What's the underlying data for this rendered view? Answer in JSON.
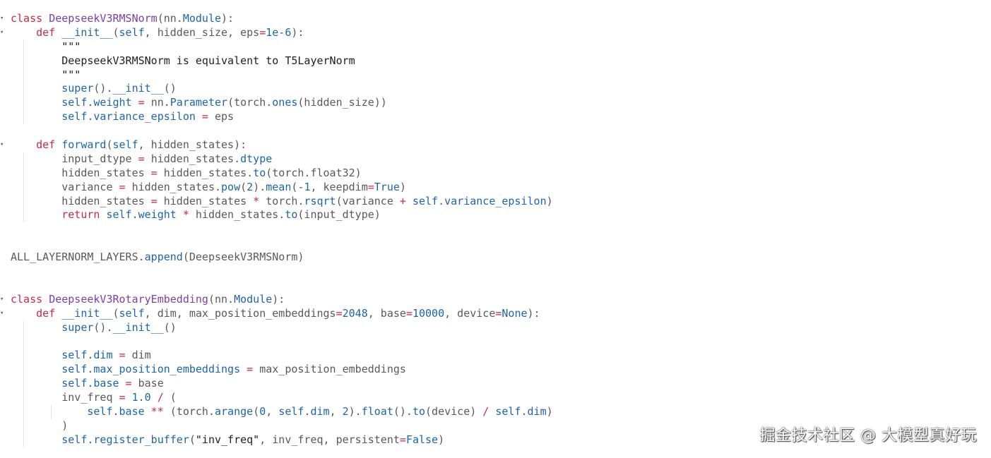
{
  "editor": {
    "fold_arrow_glyph": "▾",
    "lines": [
      {
        "indent": 0,
        "fold": true,
        "tokens": [
          {
            "t": "kw",
            "v": "class "
          },
          {
            "t": "name",
            "v": "DeepseekV3RMSNorm"
          },
          {
            "t": "plain",
            "v": "(nn."
          },
          {
            "t": "attr",
            "v": "Module"
          },
          {
            "t": "plain",
            "v": "):"
          }
        ]
      },
      {
        "indent": 1,
        "fold": true,
        "tokens": [
          {
            "t": "kw",
            "v": "def "
          },
          {
            "t": "fn",
            "v": "__init__"
          },
          {
            "t": "plain",
            "v": "("
          },
          {
            "t": "self",
            "v": "self"
          },
          {
            "t": "plain",
            "v": ", hidden_size, eps"
          },
          {
            "t": "op",
            "v": "="
          },
          {
            "t": "num",
            "v": "1e-6"
          },
          {
            "t": "plain",
            "v": "):"
          }
        ]
      },
      {
        "indent": 2,
        "fold": false,
        "tokens": [
          {
            "t": "doc",
            "v": "\"\"\""
          }
        ]
      },
      {
        "indent": 2,
        "fold": false,
        "tokens": [
          {
            "t": "doc",
            "v": "DeepseekV3RMSNorm is equivalent to T5LayerNorm"
          }
        ]
      },
      {
        "indent": 2,
        "fold": false,
        "tokens": [
          {
            "t": "doc",
            "v": "\"\"\""
          }
        ]
      },
      {
        "indent": 2,
        "fold": false,
        "tokens": [
          {
            "t": "fn",
            "v": "super"
          },
          {
            "t": "plain",
            "v": "()."
          },
          {
            "t": "fn",
            "v": "__init__"
          },
          {
            "t": "plain",
            "v": "()"
          }
        ]
      },
      {
        "indent": 2,
        "fold": false,
        "tokens": [
          {
            "t": "self",
            "v": "self"
          },
          {
            "t": "plain",
            "v": "."
          },
          {
            "t": "attr",
            "v": "weight"
          },
          {
            "t": "op",
            "v": " = "
          },
          {
            "t": "plain",
            "v": "nn."
          },
          {
            "t": "fn",
            "v": "Parameter"
          },
          {
            "t": "plain",
            "v": "(torch."
          },
          {
            "t": "fn",
            "v": "ones"
          },
          {
            "t": "plain",
            "v": "(hidden_size))"
          }
        ]
      },
      {
        "indent": 2,
        "fold": false,
        "tokens": [
          {
            "t": "self",
            "v": "self"
          },
          {
            "t": "plain",
            "v": "."
          },
          {
            "t": "attr",
            "v": "variance_epsilon"
          },
          {
            "t": "op",
            "v": " = "
          },
          {
            "t": "plain",
            "v": "eps"
          }
        ]
      },
      {
        "indent": 1,
        "fold": false,
        "guides_only": true,
        "tokens": []
      },
      {
        "indent": 1,
        "fold": true,
        "tokens": [
          {
            "t": "kw",
            "v": "def "
          },
          {
            "t": "fn",
            "v": "forward"
          },
          {
            "t": "plain",
            "v": "("
          },
          {
            "t": "self",
            "v": "self"
          },
          {
            "t": "plain",
            "v": ", hidden_states):"
          }
        ]
      },
      {
        "indent": 2,
        "fold": false,
        "tokens": [
          {
            "t": "plain",
            "v": "input_dtype"
          },
          {
            "t": "op",
            "v": " = "
          },
          {
            "t": "plain",
            "v": "hidden_states."
          },
          {
            "t": "attr",
            "v": "dtype"
          }
        ]
      },
      {
        "indent": 2,
        "fold": false,
        "tokens": [
          {
            "t": "plain",
            "v": "hidden_states"
          },
          {
            "t": "op",
            "v": " = "
          },
          {
            "t": "plain",
            "v": "hidden_states."
          },
          {
            "t": "fn",
            "v": "to"
          },
          {
            "t": "plain",
            "v": "(torch.float32)"
          }
        ]
      },
      {
        "indent": 2,
        "fold": false,
        "tokens": [
          {
            "t": "plain",
            "v": "variance"
          },
          {
            "t": "op",
            "v": " = "
          },
          {
            "t": "plain",
            "v": "hidden_states."
          },
          {
            "t": "fn",
            "v": "pow"
          },
          {
            "t": "plain",
            "v": "("
          },
          {
            "t": "num",
            "v": "2"
          },
          {
            "t": "plain",
            "v": ")."
          },
          {
            "t": "fn",
            "v": "mean"
          },
          {
            "t": "plain",
            "v": "(-"
          },
          {
            "t": "num",
            "v": "1"
          },
          {
            "t": "plain",
            "v": ", keepdim"
          },
          {
            "t": "op",
            "v": "="
          },
          {
            "t": "const",
            "v": "True"
          },
          {
            "t": "plain",
            "v": ")"
          }
        ]
      },
      {
        "indent": 2,
        "fold": false,
        "tokens": [
          {
            "t": "plain",
            "v": "hidden_states"
          },
          {
            "t": "op",
            "v": " = "
          },
          {
            "t": "plain",
            "v": "hidden_states"
          },
          {
            "t": "op",
            "v": " * "
          },
          {
            "t": "plain",
            "v": "torch."
          },
          {
            "t": "fn",
            "v": "rsqrt"
          },
          {
            "t": "plain",
            "v": "(variance"
          },
          {
            "t": "op",
            "v": " + "
          },
          {
            "t": "self",
            "v": "self"
          },
          {
            "t": "plain",
            "v": "."
          },
          {
            "t": "attr",
            "v": "variance_epsilon"
          },
          {
            "t": "plain",
            "v": ")"
          }
        ]
      },
      {
        "indent": 2,
        "fold": false,
        "tokens": [
          {
            "t": "kw",
            "v": "return "
          },
          {
            "t": "self",
            "v": "self"
          },
          {
            "t": "plain",
            "v": "."
          },
          {
            "t": "attr",
            "v": "weight"
          },
          {
            "t": "op",
            "v": " * "
          },
          {
            "t": "plain",
            "v": "hidden_states."
          },
          {
            "t": "fn",
            "v": "to"
          },
          {
            "t": "plain",
            "v": "(input_dtype)"
          }
        ]
      },
      {
        "indent": 0,
        "fold": false,
        "tokens": []
      },
      {
        "indent": 0,
        "fold": false,
        "tokens": []
      },
      {
        "indent": 0,
        "fold": false,
        "tokens": [
          {
            "t": "plain",
            "v": "ALL_LAYERNORM_LAYERS."
          },
          {
            "t": "fn",
            "v": "append"
          },
          {
            "t": "plain",
            "v": "(DeepseekV3RMSNorm)"
          }
        ]
      },
      {
        "indent": 0,
        "fold": false,
        "tokens": []
      },
      {
        "indent": 0,
        "fold": false,
        "tokens": []
      },
      {
        "indent": 0,
        "fold": true,
        "tokens": [
          {
            "t": "kw",
            "v": "class "
          },
          {
            "t": "name",
            "v": "DeepseekV3RotaryEmbedding"
          },
          {
            "t": "plain",
            "v": "(nn."
          },
          {
            "t": "attr",
            "v": "Module"
          },
          {
            "t": "plain",
            "v": "):"
          }
        ]
      },
      {
        "indent": 1,
        "fold": true,
        "tokens": [
          {
            "t": "kw",
            "v": "def "
          },
          {
            "t": "fn",
            "v": "__init__"
          },
          {
            "t": "plain",
            "v": "("
          },
          {
            "t": "self",
            "v": "self"
          },
          {
            "t": "plain",
            "v": ", dim, max_position_embeddings"
          },
          {
            "t": "op",
            "v": "="
          },
          {
            "t": "num",
            "v": "2048"
          },
          {
            "t": "plain",
            "v": ", base"
          },
          {
            "t": "op",
            "v": "="
          },
          {
            "t": "num",
            "v": "10000"
          },
          {
            "t": "plain",
            "v": ", device"
          },
          {
            "t": "op",
            "v": "="
          },
          {
            "t": "const",
            "v": "None"
          },
          {
            "t": "plain",
            "v": "):"
          }
        ]
      },
      {
        "indent": 2,
        "fold": false,
        "tokens": [
          {
            "t": "fn",
            "v": "super"
          },
          {
            "t": "plain",
            "v": "()."
          },
          {
            "t": "fn",
            "v": "__init__"
          },
          {
            "t": "plain",
            "v": "()"
          }
        ]
      },
      {
        "indent": 2,
        "fold": false,
        "guides_only": true,
        "tokens": []
      },
      {
        "indent": 2,
        "fold": false,
        "tokens": [
          {
            "t": "self",
            "v": "self"
          },
          {
            "t": "plain",
            "v": "."
          },
          {
            "t": "attr",
            "v": "dim"
          },
          {
            "t": "op",
            "v": " = "
          },
          {
            "t": "plain",
            "v": "dim"
          }
        ]
      },
      {
        "indent": 2,
        "fold": false,
        "tokens": [
          {
            "t": "self",
            "v": "self"
          },
          {
            "t": "plain",
            "v": "."
          },
          {
            "t": "attr",
            "v": "max_position_embeddings"
          },
          {
            "t": "op",
            "v": " = "
          },
          {
            "t": "plain",
            "v": "max_position_embeddings"
          }
        ]
      },
      {
        "indent": 2,
        "fold": false,
        "tokens": [
          {
            "t": "self",
            "v": "self"
          },
          {
            "t": "plain",
            "v": "."
          },
          {
            "t": "attr",
            "v": "base"
          },
          {
            "t": "op",
            "v": " = "
          },
          {
            "t": "plain",
            "v": "base"
          }
        ]
      },
      {
        "indent": 2,
        "fold": false,
        "tokens": [
          {
            "t": "plain",
            "v": "inv_freq"
          },
          {
            "t": "op",
            "v": " = "
          },
          {
            "t": "num",
            "v": "1.0"
          },
          {
            "t": "op",
            "v": " / "
          },
          {
            "t": "plain",
            "v": "("
          }
        ]
      },
      {
        "indent": 3,
        "fold": false,
        "tokens": [
          {
            "t": "self",
            "v": "self"
          },
          {
            "t": "plain",
            "v": "."
          },
          {
            "t": "attr",
            "v": "base"
          },
          {
            "t": "op",
            "v": " ** "
          },
          {
            "t": "plain",
            "v": "(torch."
          },
          {
            "t": "fn",
            "v": "arange"
          },
          {
            "t": "plain",
            "v": "("
          },
          {
            "t": "num",
            "v": "0"
          },
          {
            "t": "plain",
            "v": ", "
          },
          {
            "t": "self",
            "v": "self"
          },
          {
            "t": "plain",
            "v": "."
          },
          {
            "t": "attr",
            "v": "dim"
          },
          {
            "t": "plain",
            "v": ", "
          },
          {
            "t": "num",
            "v": "2"
          },
          {
            "t": "plain",
            "v": ")."
          },
          {
            "t": "fn",
            "v": "float"
          },
          {
            "t": "plain",
            "v": "()."
          },
          {
            "t": "fn",
            "v": "to"
          },
          {
            "t": "plain",
            "v": "(device)"
          },
          {
            "t": "op",
            "v": " / "
          },
          {
            "t": "self",
            "v": "self"
          },
          {
            "t": "plain",
            "v": "."
          },
          {
            "t": "attr",
            "v": "dim"
          },
          {
            "t": "plain",
            "v": ")"
          }
        ]
      },
      {
        "indent": 2,
        "fold": false,
        "tokens": [
          {
            "t": "plain",
            "v": ")"
          }
        ]
      },
      {
        "indent": 2,
        "fold": false,
        "tokens": [
          {
            "t": "self",
            "v": "self"
          },
          {
            "t": "plain",
            "v": "."
          },
          {
            "t": "fn",
            "v": "register_buffer"
          },
          {
            "t": "plain",
            "v": "("
          },
          {
            "t": "str",
            "v": "\"inv_freq\""
          },
          {
            "t": "plain",
            "v": ", inv_freq, persistent"
          },
          {
            "t": "op",
            "v": "="
          },
          {
            "t": "const",
            "v": "False"
          },
          {
            "t": "plain",
            "v": ")"
          }
        ]
      }
    ]
  },
  "watermark": {
    "text": "掘金技术社区 @ 大模型真好玩"
  }
}
